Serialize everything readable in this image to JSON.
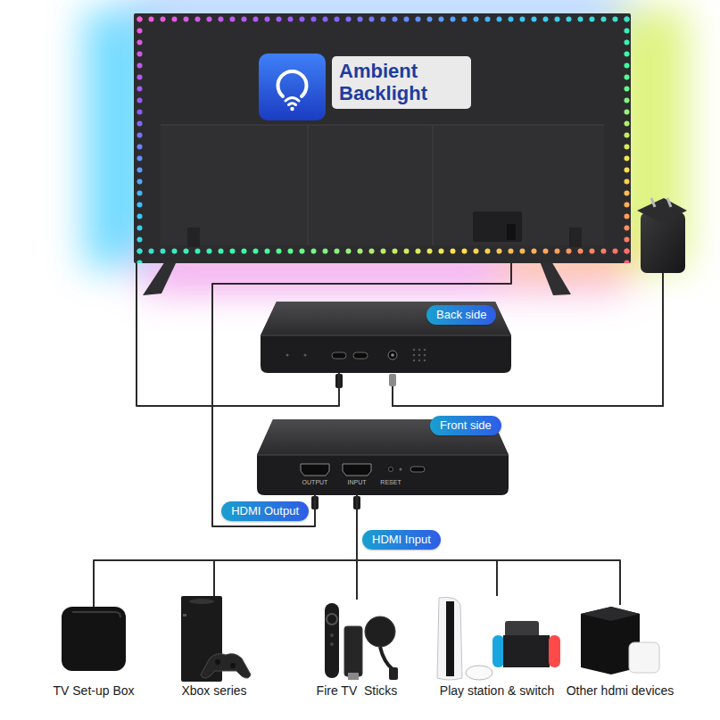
{
  "diagram": {
    "nodes": [
      {
        "text": [
          "Ambient Backlight"
        ]
      },
      {
        "text": [
          "Back side"
        ]
      },
      {
        "text": [
          "Front side",
          "OUTPUT",
          "INPUT",
          "RESET"
        ]
      },
      {
        "text": [
          "TV Set-up Box"
        ]
      },
      {
        "text": [
          "Xbox series"
        ]
      },
      {
        "text": [
          "Fire TV  Sticks"
        ]
      },
      {
        "text": [
          "Play station & switch"
        ]
      },
      {
        "text": [
          "Other hdmi devices"
        ]
      }
    ],
    "edges": [
      {
        "from": 1,
        "to": 0,
        "arrow": "none"
      },
      {
        "from": 2,
        "to": 0,
        "arrow": "none"
      },
      {
        "from": 3,
        "to": 2,
        "arrow": "none"
      },
      {
        "from": 4,
        "to": 2,
        "arrow": "none"
      },
      {
        "from": 5,
        "to": 2,
        "arrow": "none"
      },
      {
        "from": 6,
        "to": 2,
        "arrow": "none"
      },
      {
        "from": 7,
        "to": 2,
        "arrow": "none"
      }
    ],
    "labels": [
      "HDMI Output",
      "HDMI Input"
    ]
  }
}
